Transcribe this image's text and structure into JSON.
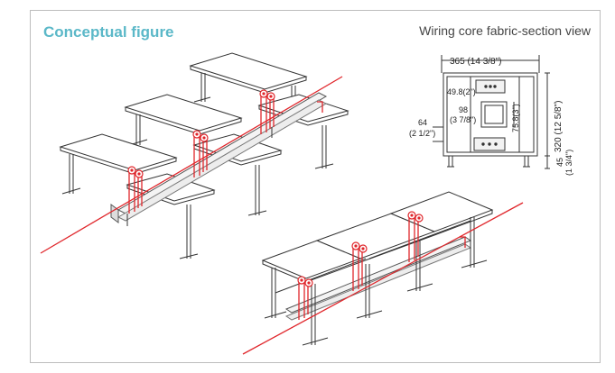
{
  "heading": "Conceptual figure",
  "section_view_title": "Wiring core fabric-section view",
  "dimensions": {
    "width": "365 (14 3/8\")",
    "inner_height": "49.8(2\")",
    "inner_width_value": "98",
    "inner_width_inch": "(3 7/8\")",
    "box_height": "75.8(3\")",
    "side_offset_value": "64",
    "side_offset_inch": "(2 1/2\")",
    "total_height": "320 (12 5/8\")",
    "foot_height_value": "45",
    "foot_height_inch": "(1 3/4\")"
  },
  "colors": {
    "accent": "#5bb8c8",
    "wire": "#e0262b",
    "line": "#333333",
    "border": "#bdbdbd"
  }
}
